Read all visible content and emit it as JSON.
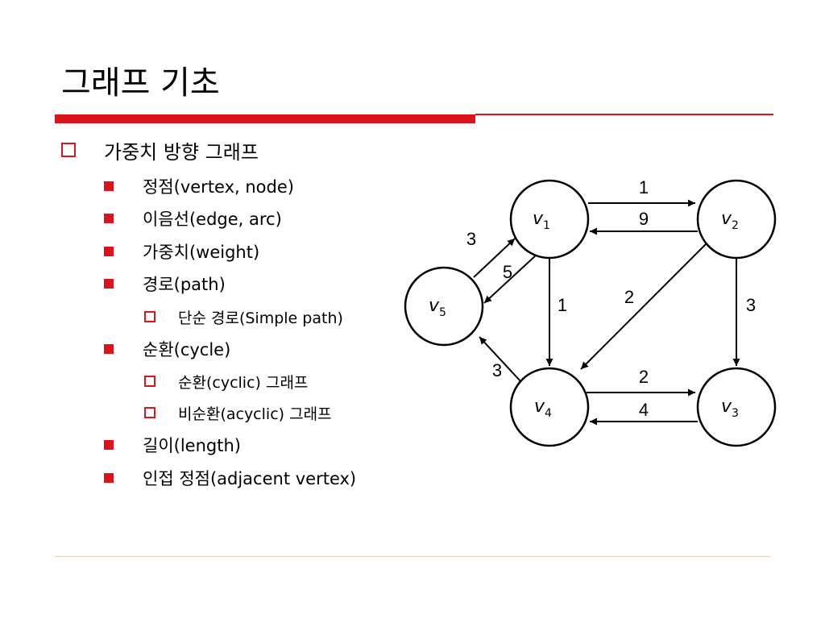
{
  "slide": {
    "title": "그래프 기초",
    "colors": {
      "accent": "#d9141b",
      "footer_line": "#e8c9b8"
    }
  },
  "outline": [
    {
      "level": 1,
      "bullet": "hollow-square",
      "text": "가중치 방향 그래프"
    },
    {
      "level": 2,
      "bullet": "solid-square",
      "text": "정점(vertex, node)"
    },
    {
      "level": 2,
      "bullet": "solid-square",
      "text": "이음선(edge, arc)"
    },
    {
      "level": 2,
      "bullet": "solid-square",
      "text": "가중치(weight)"
    },
    {
      "level": 2,
      "bullet": "solid-square",
      "text": "경로(path)"
    },
    {
      "level": 3,
      "bullet": "hollow-square",
      "text": "단순 경로(Simple path)"
    },
    {
      "level": 2,
      "bullet": "solid-square",
      "text": "순환(cycle)"
    },
    {
      "level": 3,
      "bullet": "hollow-square",
      "text": "순환(cyclic) 그래프"
    },
    {
      "level": 3,
      "bullet": "hollow-square",
      "text": "비순환(acyclic) 그래프"
    },
    {
      "level": 2,
      "bullet": "solid-square",
      "text": "길이(length)"
    },
    {
      "level": 2,
      "bullet": "solid-square",
      "text": "인접 정점(adjacent vertex)"
    }
  ],
  "graph": {
    "nodes": [
      {
        "id": "v1",
        "letter": "v",
        "sub": "1"
      },
      {
        "id": "v2",
        "letter": "v",
        "sub": "2"
      },
      {
        "id": "v3",
        "letter": "v",
        "sub": "3"
      },
      {
        "id": "v4",
        "letter": "v",
        "sub": "4"
      },
      {
        "id": "v5",
        "letter": "v",
        "sub": "5"
      }
    ],
    "edges": [
      {
        "from": "v1",
        "to": "v2",
        "weight": "1"
      },
      {
        "from": "v2",
        "to": "v1",
        "weight": "9"
      },
      {
        "from": "v5",
        "to": "v1",
        "weight": "3"
      },
      {
        "from": "v1",
        "to": "v5",
        "weight": "5"
      },
      {
        "from": "v1",
        "to": "v4",
        "weight": "1"
      },
      {
        "from": "v2",
        "to": "v4",
        "weight": "2"
      },
      {
        "from": "v2",
        "to": "v3",
        "weight": "3"
      },
      {
        "from": "v4",
        "to": "v5",
        "weight": "3"
      },
      {
        "from": "v4",
        "to": "v3",
        "weight": "2"
      },
      {
        "from": "v3",
        "to": "v4",
        "weight": "4"
      }
    ]
  }
}
